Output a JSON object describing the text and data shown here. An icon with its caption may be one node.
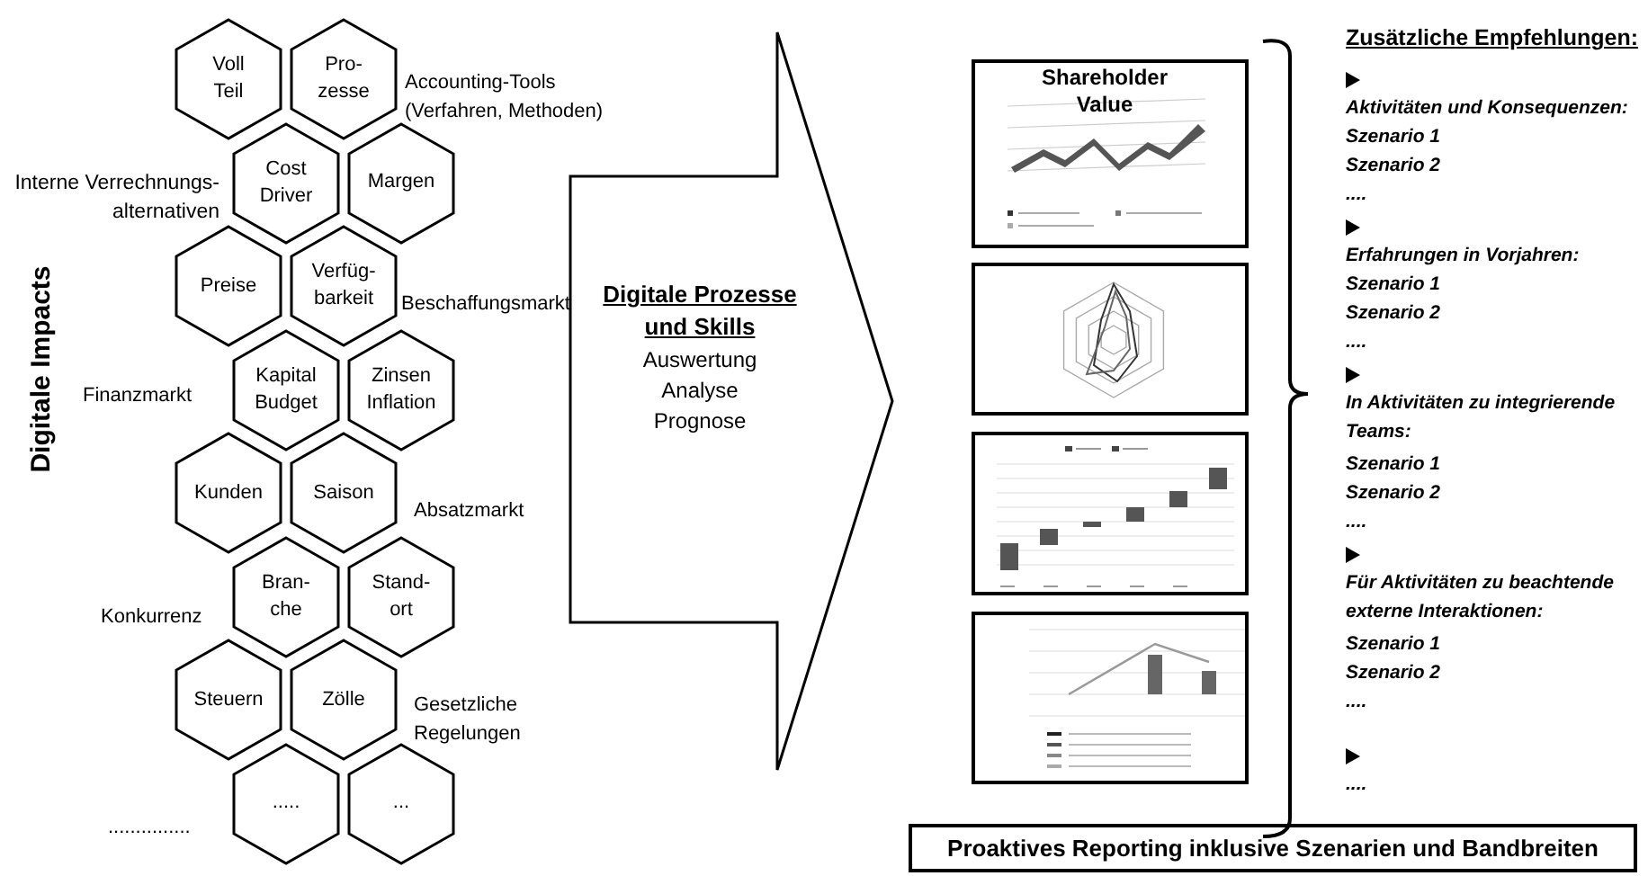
{
  "diagram": {
    "nodes": [
      {
        "text": [
          "Voll Teil"
        ]
      },
      {
        "text": [
          "Pro- zesse"
        ]
      },
      {
        "text": [
          "Cost Driver"
        ]
      },
      {
        "text": [
          "Margen"
        ]
      },
      {
        "text": [
          "Preise"
        ]
      },
      {
        "text": [
          "Verfüg- barkeit"
        ]
      },
      {
        "text": [
          "Kapital Budget"
        ]
      },
      {
        "text": [
          "Zinsen Inflation"
        ]
      },
      {
        "text": [
          "Kunden"
        ]
      },
      {
        "text": [
          "Saison"
        ]
      },
      {
        "text": [
          "Bran- che"
        ]
      },
      {
        "text": [
          "Stand- ort"
        ]
      },
      {
        "text": [
          "Steuern"
        ]
      },
      {
        "text": [
          "Zölle"
        ]
      },
      {
        "text": [
          "....."
        ]
      },
      {
        "text": [
          "..."
        ]
      },
      {
        "text": [
          "Digitale Prozesse und Skills",
          "Auswertung",
          "Analyse",
          "Prognose"
        ]
      },
      {
        "text": [
          "Shareholder Value"
        ]
      },
      {
        "text": [],
        "shape": "picture"
      },
      {
        "text": [],
        "shape": "picture"
      },
      {
        "text": [],
        "shape": "picture"
      },
      {
        "text": [
          "Proaktives Reporting inklusive Szenarien und Bandbreiten"
        ]
      }
    ],
    "edges": [],
    "labels": [
      "Accounting-Tools (Verfahren, Methoden)",
      "Interne Verrechnungs- alternativen",
      "Beschaffungsmarkt",
      "Digitale Impacts",
      "Finanzmarkt",
      "Absatzmarkt",
      "Konkurrenz",
      "Gesetzliche Regelungen",
      "...............",
      "Zusätzliche Empfehlungen:",
      "Aktivitäten und Konsequenzen:",
      "Szenario 1",
      "Szenario 2",
      "....",
      "Erfahrungen in Vorjahren:",
      "Szenario 1",
      "Szenario 2",
      "....",
      "In Aktivitäten zu integrierende Teams:",
      "Szenario 1",
      "Szenario 2",
      "....",
      "Für Aktivitäten zu beachtende externe Interaktionen:",
      "Szenario 1",
      "Szenario 2",
      "....",
      "...."
    ]
  }
}
